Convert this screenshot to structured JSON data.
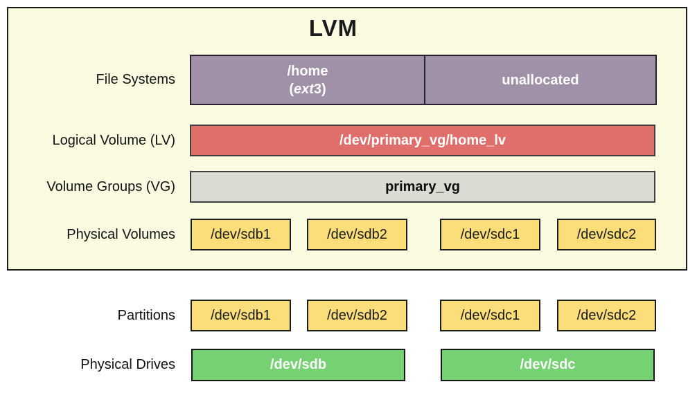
{
  "title": "LVM",
  "palette": {
    "canvas_bg": "#ffffff",
    "panel_bg": "#fbfbe1",
    "panel_border": "#1c1c1c",
    "file_system_fill": "#a090a8",
    "logical_volume_fill": "#e06e6b",
    "volume_group_fill": "#dbdbd3",
    "physical_volume_fill": "#fbde7a",
    "drive_fill": "#76d172"
  },
  "rows": {
    "file_systems": {
      "label": "File Systems",
      "home_cell": {
        "line1": "/home",
        "line2_parts": [
          "(",
          "ext",
          "3)"
        ]
      },
      "unallocated_cell": "unallocated"
    },
    "logical_volume": {
      "label": "Logical Volume (LV)",
      "value": "/dev/primary_vg/home_lv"
    },
    "volume_groups": {
      "label": "Volume Groups (VG)",
      "value": "primary_vg"
    },
    "physical_volumes": {
      "label": "Physical Volumes",
      "items": [
        "/dev/sdb1",
        "/dev/sdb2",
        "/dev/sdc1",
        "/dev/sdc2"
      ]
    },
    "partitions": {
      "label": "Partitions",
      "items": [
        "/dev/sdb1",
        "/dev/sdb2",
        "/dev/sdc1",
        "/dev/sdc2"
      ]
    },
    "physical_drives": {
      "label": "Physical Drives",
      "items": [
        "/dev/sdb",
        "/dev/sdc"
      ]
    }
  }
}
